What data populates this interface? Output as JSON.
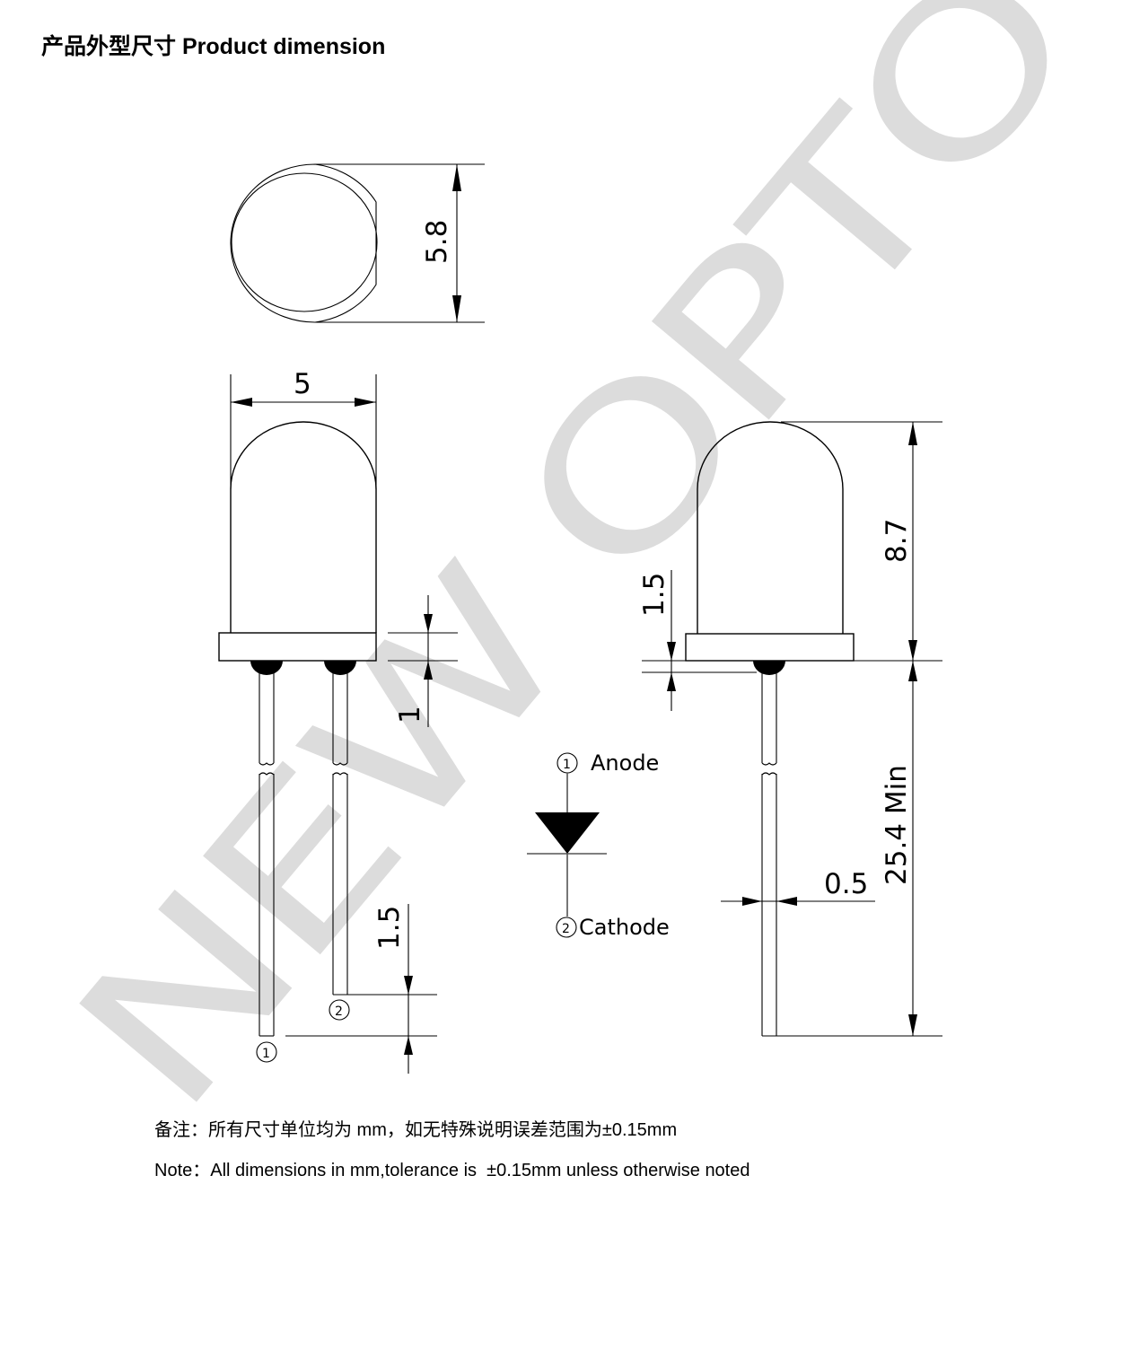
{
  "header": {
    "title": "产品外型尺寸 Product dimension"
  },
  "watermark": {
    "text": "NEW OPTO",
    "color": "#dcdcdc"
  },
  "drawing": {
    "top_view": {
      "diameter_label": "5.8"
    },
    "side_view": {
      "width_label": "5",
      "flange_label": "1",
      "lead_offset_label": "1.5",
      "pin1_label": "1",
      "pin2_label": "2"
    },
    "front_view": {
      "body_height_label": "8.7",
      "flange_height_label": "1.5",
      "lead_length_label": "25.4 Min",
      "lead_diameter_label": "0.5"
    },
    "schematic": {
      "pin1_number": "1",
      "pin1_name": "Anode",
      "pin2_number": "2",
      "pin2_name": "Cathode"
    }
  },
  "notes": {
    "cn": "备注：所有尺寸单位均为 mm，如无特殊说明误差范围为±0.15mm",
    "en": "Note：All dimensions in mm,tolerance is  ±0.15mm unless otherwise noted"
  }
}
